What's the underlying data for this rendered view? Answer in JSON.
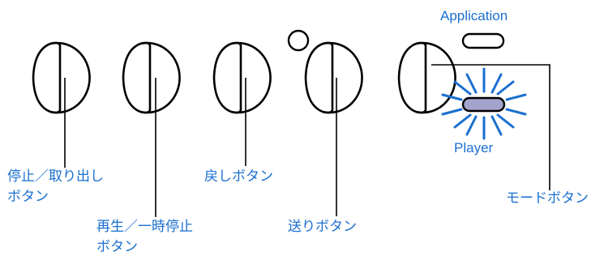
{
  "labels": {
    "stop_eject": [
      "停止／取り出し",
      "ボタン"
    ],
    "play_pause": [
      "再生／一時停止",
      "ボタン"
    ],
    "rewind": "戻しボタン",
    "forward": "送りボタン",
    "mode_button": "モードボタン",
    "mode_application": "Application",
    "mode_player": "Player"
  },
  "colors": {
    "line": "#000000",
    "label_text": "#1a6fd0",
    "led_fill": "#a3a3cc",
    "led_rays": "#1a6fd0"
  }
}
